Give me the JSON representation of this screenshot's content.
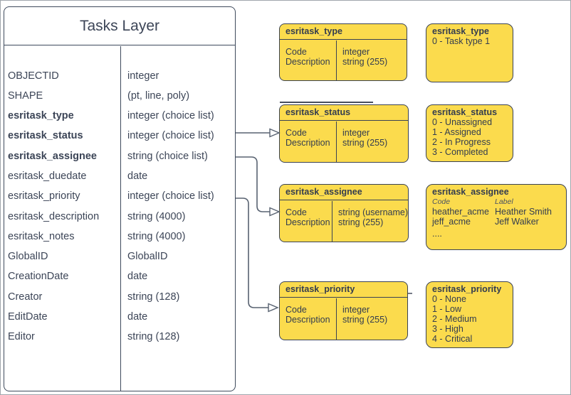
{
  "colors": {
    "box_fill": "#fbdb4d",
    "box_stroke": "#3a4254",
    "table_stroke": "#3e4a5c",
    "connector": "#586271",
    "canvas_border": "#a0a6ac"
  },
  "tasks_table": {
    "title": "Tasks Layer",
    "fields": [
      {
        "name": "OBJECTID",
        "type": "integer"
      },
      {
        "name": "SHAPE",
        "type": "(pt, line, poly)"
      },
      {
        "name": "esritask_type",
        "type": "integer (choice list)"
      },
      {
        "name": "esritask_status",
        "type": "integer (choice list)"
      },
      {
        "name": "esritask_assignee",
        "type": "string (choice list)"
      },
      {
        "name": "esritask_duedate",
        "type": "date"
      },
      {
        "name": "esritask_priority",
        "type": "integer (choice list)"
      },
      {
        "name": "esritask_description",
        "type": "string (4000)"
      },
      {
        "name": "esritask_notes",
        "type": "string (4000)"
      },
      {
        "name": "GlobalID",
        "type": "GlobalID"
      },
      {
        "name": "CreationDate",
        "type": "date"
      },
      {
        "name": "Creator",
        "type": "string (128)"
      },
      {
        "name": "EditDate",
        "type": "date"
      },
      {
        "name": "Editor",
        "type": "string (128)"
      }
    ]
  },
  "domain_boxes": [
    {
      "title": "esritask_type",
      "rows": [
        [
          "Code",
          "integer"
        ],
        [
          "Description",
          "string (255)"
        ]
      ]
    },
    {
      "title": "esritask_status",
      "rows": [
        [
          "Code",
          "integer"
        ],
        [
          "Description",
          "string (255)"
        ]
      ]
    },
    {
      "title": "esritask_assignee",
      "rows": [
        [
          "Code",
          "string (username)"
        ],
        [
          "Description",
          "string (255)"
        ]
      ]
    },
    {
      "title": "esritask_priority",
      "rows": [
        [
          "Code",
          "integer"
        ],
        [
          "Description",
          "string (255)"
        ]
      ]
    }
  ],
  "value_boxes": [
    {
      "title": "esritask_type",
      "lines": [
        "0 - Task type 1"
      ]
    },
    {
      "title": "esritask_status",
      "lines": [
        "0 - Unassigned",
        "1 - Assigned",
        "2 - In Progress",
        "3 - Completed"
      ]
    },
    {
      "title": "esritask_assignee",
      "col_headers": [
        "Code",
        "Label"
      ],
      "pairs": [
        [
          "heather_acme",
          "Heather Smith"
        ],
        [
          "jeff_acme",
          "Jeff Walker"
        ]
      ],
      "ellipsis": "...."
    },
    {
      "title": "esritask_priority",
      "lines": [
        "0 - None",
        "1 - Low",
        "2 - Medium",
        "3 - High",
        "4 - Critical"
      ]
    }
  ],
  "relationships": [
    "esritask_status field → esritask_status domain",
    "esritask_assignee field → esritask_assignee domain",
    "esritask_priority field → esritask_priority domain"
  ]
}
